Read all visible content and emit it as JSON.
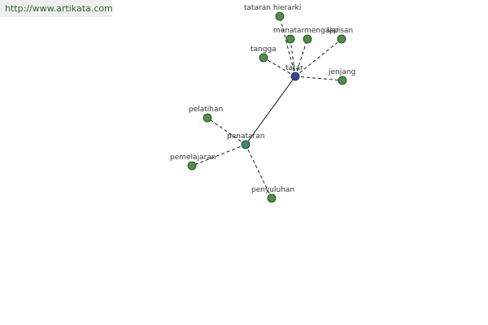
{
  "watermark": "http://www.artikata.com",
  "colors": {
    "hub_node": "#3a3fa0",
    "secondary_hub_node": "#3a8a72",
    "leaf_node": "#4f8f47",
    "node_stroke": "#1e3e1e",
    "edge": "#000000",
    "label": "#333333"
  },
  "graph": {
    "nodes": [
      {
        "id": "tatar",
        "label": "tatar",
        "kind": "hub"
      },
      {
        "id": "penataran",
        "label": "penataran",
        "kind": "secondary_hub"
      },
      {
        "id": "tataran-hierarki",
        "label": "tataran hierarki",
        "kind": "leaf"
      },
      {
        "id": "menatar",
        "label": "menatar",
        "kind": "leaf"
      },
      {
        "id": "mengajar",
        "label": "mengajar",
        "kind": "leaf"
      },
      {
        "id": "lapisan",
        "label": "lapisan",
        "kind": "leaf"
      },
      {
        "id": "tangga",
        "label": "tangga",
        "kind": "leaf"
      },
      {
        "id": "jenjang",
        "label": "jenjang",
        "kind": "leaf"
      },
      {
        "id": "pelatihan",
        "label": "pelatihan",
        "kind": "leaf"
      },
      {
        "id": "pemelajaran",
        "label": "pemelajaran",
        "kind": "leaf"
      },
      {
        "id": "penyuluhan",
        "label": "penyuluhan",
        "kind": "leaf"
      }
    ],
    "edges": [
      {
        "from": "tatar",
        "to": "penataran",
        "style": "solid"
      },
      {
        "from": "tatar",
        "to": "tataran-hierarki",
        "style": "dashed"
      },
      {
        "from": "tatar",
        "to": "menatar",
        "style": "dashed"
      },
      {
        "from": "tatar",
        "to": "mengajar",
        "style": "dashed"
      },
      {
        "from": "tatar",
        "to": "lapisan",
        "style": "dashed"
      },
      {
        "from": "tatar",
        "to": "tangga",
        "style": "dashed"
      },
      {
        "from": "tatar",
        "to": "jenjang",
        "style": "dashed"
      },
      {
        "from": "penataran",
        "to": "pelatihan",
        "style": "dashed"
      },
      {
        "from": "penataran",
        "to": "pemelajaran",
        "style": "dashed"
      },
      {
        "from": "penataran",
        "to": "penyuluhan",
        "style": "dashed"
      }
    ]
  }
}
